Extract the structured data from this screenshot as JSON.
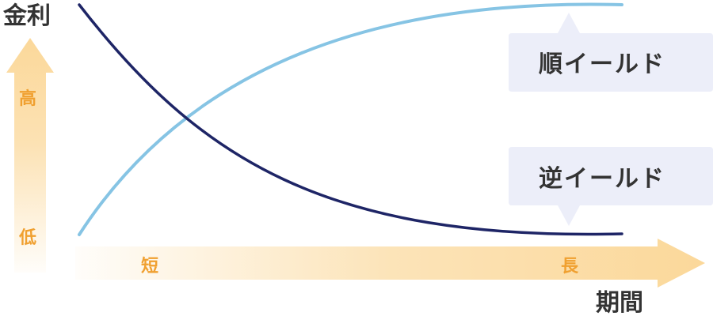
{
  "axes": {
    "y_title": "金利",
    "y_high": "高",
    "y_low": "低",
    "x_title": "期間",
    "x_short": "短",
    "x_long": "長"
  },
  "curves": {
    "normal": {
      "label": "順イールド",
      "color": "#86c4e4"
    },
    "inverted": {
      "label": "逆イールド",
      "color": "#1e2566"
    }
  },
  "colors": {
    "arrow": "#fbd89a",
    "callout_bg": "#eceef9",
    "title_text": "#333333",
    "tick_text": "#f0a030"
  }
}
